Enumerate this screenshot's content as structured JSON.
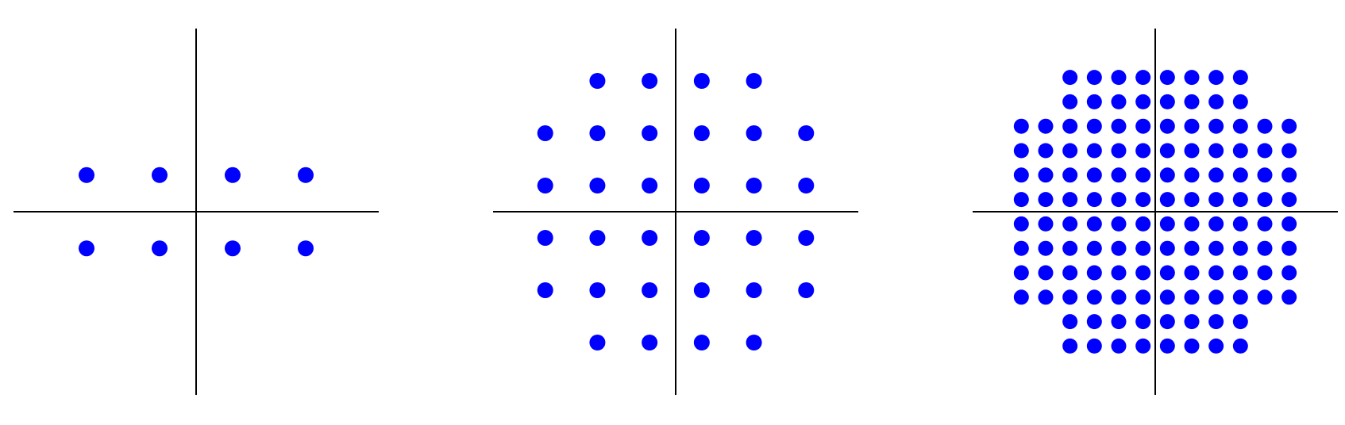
{
  "colors": {
    "point": "#0000ff",
    "axis": "#000000",
    "background": "#ffffff"
  },
  "chart_data": [
    {
      "type": "scatter",
      "name_hint": "constellation-8-point",
      "points_per_axis": 4,
      "xlim": [
        -5,
        5
      ],
      "ylim": [
        -5,
        5
      ],
      "points": [
        {
          "x": -3,
          "y": 1
        },
        {
          "x": -1,
          "y": 1
        },
        {
          "x": 1,
          "y": 1
        },
        {
          "x": 3,
          "y": 1
        },
        {
          "x": -3,
          "y": -1
        },
        {
          "x": -1,
          "y": -1
        },
        {
          "x": 1,
          "y": -1
        },
        {
          "x": 3,
          "y": -1
        }
      ],
      "grid": false,
      "legend": false
    },
    {
      "type": "scatter",
      "name_hint": "constellation-32-point-cross",
      "points_per_axis": 6,
      "xlim": [
        -7,
        7
      ],
      "ylim": [
        -7,
        7
      ],
      "points": [
        {
          "x": -3,
          "y": 5
        },
        {
          "x": -1,
          "y": 5
        },
        {
          "x": 1,
          "y": 5
        },
        {
          "x": 3,
          "y": 5
        },
        {
          "x": -5,
          "y": 3
        },
        {
          "x": -3,
          "y": 3
        },
        {
          "x": -1,
          "y": 3
        },
        {
          "x": 1,
          "y": 3
        },
        {
          "x": 3,
          "y": 3
        },
        {
          "x": 5,
          "y": 3
        },
        {
          "x": -5,
          "y": 1
        },
        {
          "x": -3,
          "y": 1
        },
        {
          "x": -1,
          "y": 1
        },
        {
          "x": 1,
          "y": 1
        },
        {
          "x": 3,
          "y": 1
        },
        {
          "x": 5,
          "y": 1
        },
        {
          "x": -5,
          "y": -1
        },
        {
          "x": -3,
          "y": -1
        },
        {
          "x": -1,
          "y": -1
        },
        {
          "x": 1,
          "y": -1
        },
        {
          "x": 3,
          "y": -1
        },
        {
          "x": 5,
          "y": -1
        },
        {
          "x": -5,
          "y": -3
        },
        {
          "x": -3,
          "y": -3
        },
        {
          "x": -1,
          "y": -3
        },
        {
          "x": 1,
          "y": -3
        },
        {
          "x": 3,
          "y": -3
        },
        {
          "x": 5,
          "y": -3
        },
        {
          "x": -3,
          "y": -5
        },
        {
          "x": -1,
          "y": -5
        },
        {
          "x": 1,
          "y": -5
        },
        {
          "x": 3,
          "y": -5
        }
      ],
      "grid": false,
      "legend": false
    },
    {
      "type": "scatter",
      "name_hint": "constellation-128-point-cross",
      "points_per_axis": 12,
      "xlim": [
        -15,
        15
      ],
      "ylim": [
        -15,
        15
      ],
      "points": [
        {
          "x": -7,
          "y": 11
        },
        {
          "x": -5,
          "y": 11
        },
        {
          "x": -3,
          "y": 11
        },
        {
          "x": -1,
          "y": 11
        },
        {
          "x": 1,
          "y": 11
        },
        {
          "x": 3,
          "y": 11
        },
        {
          "x": 5,
          "y": 11
        },
        {
          "x": 7,
          "y": 11
        },
        {
          "x": -7,
          "y": 9
        },
        {
          "x": -5,
          "y": 9
        },
        {
          "x": -3,
          "y": 9
        },
        {
          "x": -1,
          "y": 9
        },
        {
          "x": 1,
          "y": 9
        },
        {
          "x": 3,
          "y": 9
        },
        {
          "x": 5,
          "y": 9
        },
        {
          "x": 7,
          "y": 9
        },
        {
          "x": -11,
          "y": 7
        },
        {
          "x": -9,
          "y": 7
        },
        {
          "x": -7,
          "y": 7
        },
        {
          "x": -5,
          "y": 7
        },
        {
          "x": -3,
          "y": 7
        },
        {
          "x": -1,
          "y": 7
        },
        {
          "x": 1,
          "y": 7
        },
        {
          "x": 3,
          "y": 7
        },
        {
          "x": 5,
          "y": 7
        },
        {
          "x": 7,
          "y": 7
        },
        {
          "x": 9,
          "y": 7
        },
        {
          "x": 11,
          "y": 7
        },
        {
          "x": -11,
          "y": 5
        },
        {
          "x": -9,
          "y": 5
        },
        {
          "x": -7,
          "y": 5
        },
        {
          "x": -5,
          "y": 5
        },
        {
          "x": -3,
          "y": 5
        },
        {
          "x": -1,
          "y": 5
        },
        {
          "x": 1,
          "y": 5
        },
        {
          "x": 3,
          "y": 5
        },
        {
          "x": 5,
          "y": 5
        },
        {
          "x": 7,
          "y": 5
        },
        {
          "x": 9,
          "y": 5
        },
        {
          "x": 11,
          "y": 5
        },
        {
          "x": -11,
          "y": 3
        },
        {
          "x": -9,
          "y": 3
        },
        {
          "x": -7,
          "y": 3
        },
        {
          "x": -5,
          "y": 3
        },
        {
          "x": -3,
          "y": 3
        },
        {
          "x": -1,
          "y": 3
        },
        {
          "x": 1,
          "y": 3
        },
        {
          "x": 3,
          "y": 3
        },
        {
          "x": 5,
          "y": 3
        },
        {
          "x": 7,
          "y": 3
        },
        {
          "x": 9,
          "y": 3
        },
        {
          "x": 11,
          "y": 3
        },
        {
          "x": -11,
          "y": 1
        },
        {
          "x": -9,
          "y": 1
        },
        {
          "x": -7,
          "y": 1
        },
        {
          "x": -5,
          "y": 1
        },
        {
          "x": -3,
          "y": 1
        },
        {
          "x": -1,
          "y": 1
        },
        {
          "x": 1,
          "y": 1
        },
        {
          "x": 3,
          "y": 1
        },
        {
          "x": 5,
          "y": 1
        },
        {
          "x": 7,
          "y": 1
        },
        {
          "x": 9,
          "y": 1
        },
        {
          "x": 11,
          "y": 1
        },
        {
          "x": -11,
          "y": -1
        },
        {
          "x": -9,
          "y": -1
        },
        {
          "x": -7,
          "y": -1
        },
        {
          "x": -5,
          "y": -1
        },
        {
          "x": -3,
          "y": -1
        },
        {
          "x": -1,
          "y": -1
        },
        {
          "x": 1,
          "y": -1
        },
        {
          "x": 3,
          "y": -1
        },
        {
          "x": 5,
          "y": -1
        },
        {
          "x": 7,
          "y": -1
        },
        {
          "x": 9,
          "y": -1
        },
        {
          "x": 11,
          "y": -1
        },
        {
          "x": -11,
          "y": -3
        },
        {
          "x": -9,
          "y": -3
        },
        {
          "x": -7,
          "y": -3
        },
        {
          "x": -5,
          "y": -3
        },
        {
          "x": -3,
          "y": -3
        },
        {
          "x": -1,
          "y": -3
        },
        {
          "x": 1,
          "y": -3
        },
        {
          "x": 3,
          "y": -3
        },
        {
          "x": 5,
          "y": -3
        },
        {
          "x": 7,
          "y": -3
        },
        {
          "x": 9,
          "y": -3
        },
        {
          "x": 11,
          "y": -3
        },
        {
          "x": -11,
          "y": -5
        },
        {
          "x": -9,
          "y": -5
        },
        {
          "x": -7,
          "y": -5
        },
        {
          "x": -5,
          "y": -5
        },
        {
          "x": -3,
          "y": -5
        },
        {
          "x": -1,
          "y": -5
        },
        {
          "x": 1,
          "y": -5
        },
        {
          "x": 3,
          "y": -5
        },
        {
          "x": 5,
          "y": -5
        },
        {
          "x": 7,
          "y": -5
        },
        {
          "x": 9,
          "y": -5
        },
        {
          "x": 11,
          "y": -5
        },
        {
          "x": -11,
          "y": -7
        },
        {
          "x": -9,
          "y": -7
        },
        {
          "x": -7,
          "y": -7
        },
        {
          "x": -5,
          "y": -7
        },
        {
          "x": -3,
          "y": -7
        },
        {
          "x": -1,
          "y": -7
        },
        {
          "x": 1,
          "y": -7
        },
        {
          "x": 3,
          "y": -7
        },
        {
          "x": 5,
          "y": -7
        },
        {
          "x": 7,
          "y": -7
        },
        {
          "x": 9,
          "y": -7
        },
        {
          "x": 11,
          "y": -7
        },
        {
          "x": -7,
          "y": -9
        },
        {
          "x": -5,
          "y": -9
        },
        {
          "x": -3,
          "y": -9
        },
        {
          "x": -1,
          "y": -9
        },
        {
          "x": 1,
          "y": -9
        },
        {
          "x": 3,
          "y": -9
        },
        {
          "x": 5,
          "y": -9
        },
        {
          "x": 7,
          "y": -9
        },
        {
          "x": -7,
          "y": -11
        },
        {
          "x": -5,
          "y": -11
        },
        {
          "x": -3,
          "y": -11
        },
        {
          "x": -1,
          "y": -11
        },
        {
          "x": 1,
          "y": -11
        },
        {
          "x": 3,
          "y": -11
        },
        {
          "x": 5,
          "y": -11
        },
        {
          "x": 7,
          "y": -11
        }
      ],
      "grid": false,
      "legend": false
    }
  ]
}
